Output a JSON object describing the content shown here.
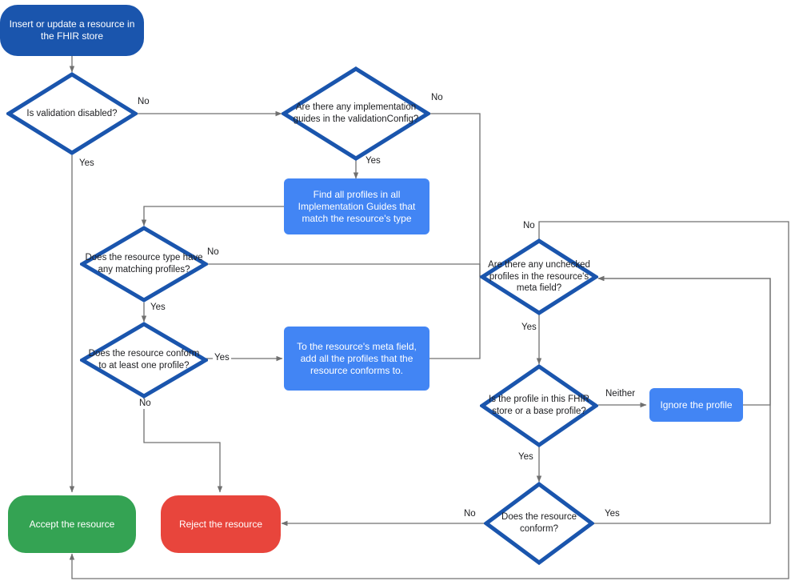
{
  "diagram": {
    "title": "FHIR resource validation flow",
    "colors": {
      "start_fill": "#1a55ad",
      "process_fill": "#4285f4",
      "accept_fill": "#34a353",
      "reject_fill": "#e8453c",
      "decision_stroke": "#1a55ad",
      "edge_stroke": "#707070",
      "text_on_fill": "#ffffff",
      "text_dark": "#202124"
    },
    "nodes": {
      "start": "Insert or update a resource in the FHIR store",
      "validation_disabled": "Is validation disabled?",
      "impl_guides": "Are there any implementation guides in the validationConfig?",
      "find_profiles": "Find all profiles in all Implementation Guides that match the resource's type",
      "matching_profiles": "Does the resource type have any matching profiles?",
      "conform_one_profile": "Does the resource conform to at least one profile?",
      "add_profiles_meta": "To the resource's meta field, add all the profiles that the resource conforms to.",
      "unchecked_profiles": "Are there any unchecked profiles in the resource's meta field?",
      "profile_in_store": "Is the profile in this FHIR store or a base profile?",
      "ignore_profile": "Ignore the profile",
      "resource_conform": "Does the resource conform?",
      "accept": "Accept the resource",
      "reject": "Reject the resource"
    },
    "edge_labels": {
      "validation_disabled_no": "No",
      "validation_disabled_yes": "Yes",
      "impl_guides_no": "No",
      "impl_guides_yes": "Yes",
      "matching_profiles_no": "No",
      "matching_profiles_yes": "Yes",
      "conform_one_profile_yes": "Yes",
      "conform_one_profile_no": "No",
      "unchecked_profiles_no": "No",
      "unchecked_profiles_yes": "Yes",
      "profile_in_store_neither": "Neither",
      "profile_in_store_yes": "Yes",
      "resource_conform_no": "No",
      "resource_conform_yes": "Yes"
    }
  }
}
